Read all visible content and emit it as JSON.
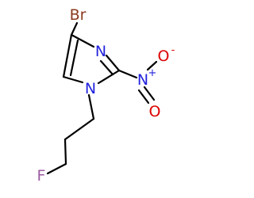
{
  "molecule": {
    "atoms": {
      "bromine": {
        "label": "Br",
        "color": "#8b3a1e"
      },
      "n_ring_top": {
        "label": "N",
        "color": "#2222dd"
      },
      "n_ring_bottom": {
        "label": "N",
        "color": "#2222dd"
      },
      "n_nitro": {
        "label": "N",
        "color": "#2222dd",
        "charge": "+"
      },
      "o_nitro_top": {
        "label": "O",
        "color": "#dd0000",
        "charge": "-"
      },
      "o_nitro_bottom": {
        "label": "O",
        "color": "#dd0000"
      },
      "fluorine": {
        "label": "F",
        "color": "#9a5aa0"
      }
    },
    "bond_color": "#000000"
  }
}
